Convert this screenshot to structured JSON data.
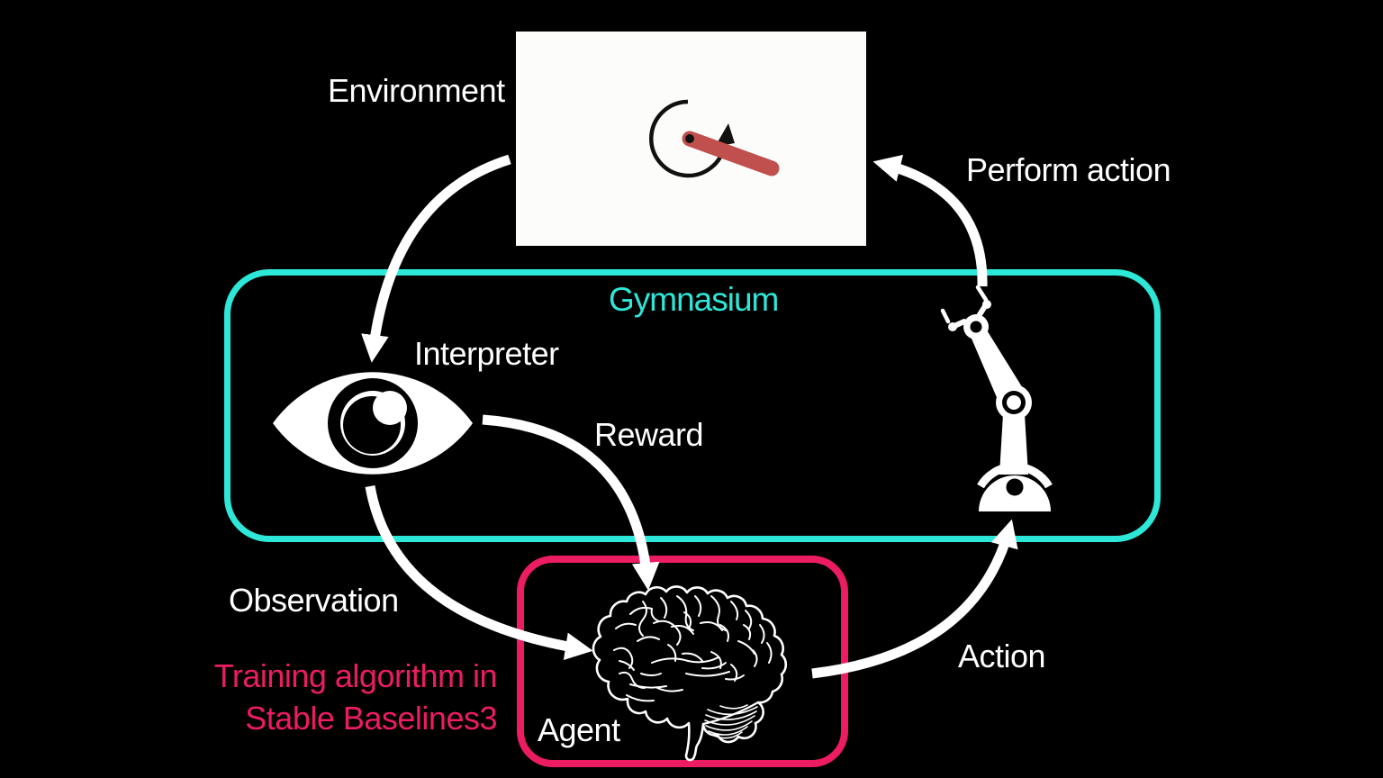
{
  "labels": {
    "environment": "Environment",
    "perform_action": "Perform action",
    "gymnasium": "Gymnasium",
    "interpreter": "Interpreter",
    "reward": "Reward",
    "observation": "Observation",
    "training_line1": "Training algorithm in",
    "training_line2": "Stable Baselines3",
    "agent": "Agent",
    "action": "Action"
  },
  "colors": {
    "background": "#000000",
    "gymnasium_box": "#2de8d8",
    "agent_box": "#ec1c63",
    "training_text": "#ec1c63",
    "pendulum_rod": "#c0504d",
    "environment_panel": "#fcfcfa",
    "arrows": "#ffffff"
  },
  "icons": {
    "pendulum": "pendulum-icon",
    "eye": "eye-icon",
    "robot_arm": "robot-arm-icon",
    "brain": "brain-icon"
  }
}
